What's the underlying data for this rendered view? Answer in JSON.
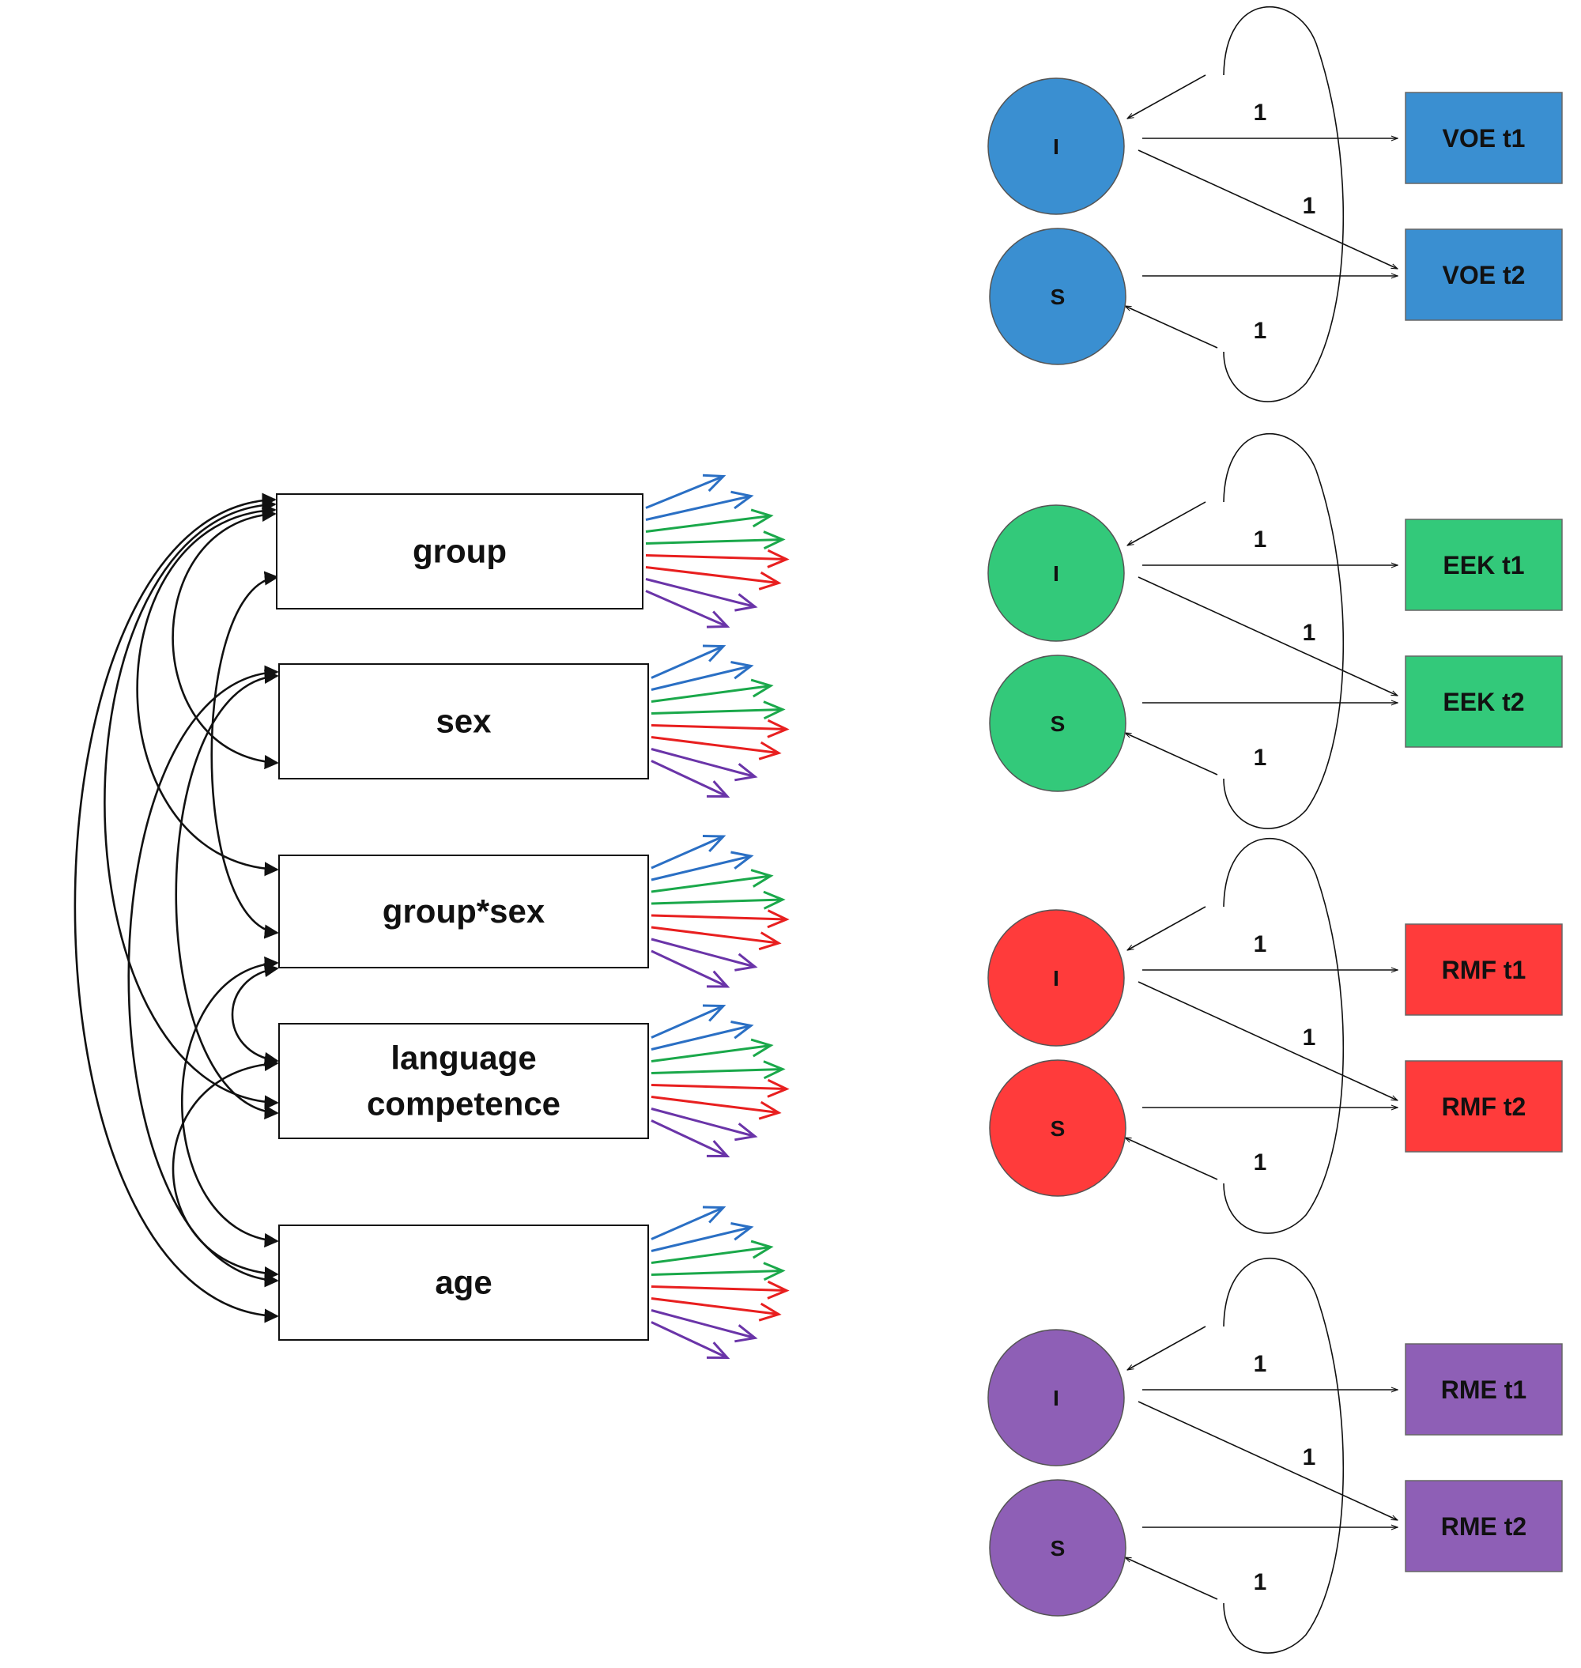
{
  "predictors": [
    {
      "id": "group",
      "lines": [
        "group"
      ]
    },
    {
      "id": "sex",
      "lines": [
        "sex"
      ]
    },
    {
      "id": "group-sex",
      "lines": [
        "group*sex"
      ]
    },
    {
      "id": "language-competence",
      "lines": [
        "language",
        "competence"
      ]
    },
    {
      "id": "age",
      "lines": [
        "age"
      ]
    }
  ],
  "outcome_models": [
    {
      "id": "voe",
      "color": "#3a8fd1",
      "intercept_label": "I",
      "slope_label": "S",
      "observed": [
        "VOE  t1",
        "VOE  t2"
      ],
      "loadings": [
        "1",
        "1",
        "1"
      ]
    },
    {
      "id": "eek",
      "color": "#33c97a",
      "intercept_label": "I",
      "slope_label": "S",
      "observed": [
        "EEK t1",
        "EEK  t2"
      ],
      "loadings": [
        "1",
        "1",
        "1"
      ]
    },
    {
      "id": "rmf",
      "color": "#ff3b3b",
      "intercept_label": "I",
      "slope_label": "S",
      "observed": [
        "RMF t1",
        "RMF t2"
      ],
      "loadings": [
        "1",
        "1",
        "1"
      ]
    },
    {
      "id": "rme",
      "color": "#8e5fb6",
      "intercept_label": "I",
      "slope_label": "S",
      "observed": [
        "RME t1",
        "RME t2"
      ],
      "loadings": [
        "1",
        "1",
        "1"
      ]
    }
  ],
  "regression_arrow_colors": [
    "#2a6fc4",
    "#1aa84a",
    "#e81f1f",
    "#6a34a8"
  ],
  "covariance_color": "#111111"
}
